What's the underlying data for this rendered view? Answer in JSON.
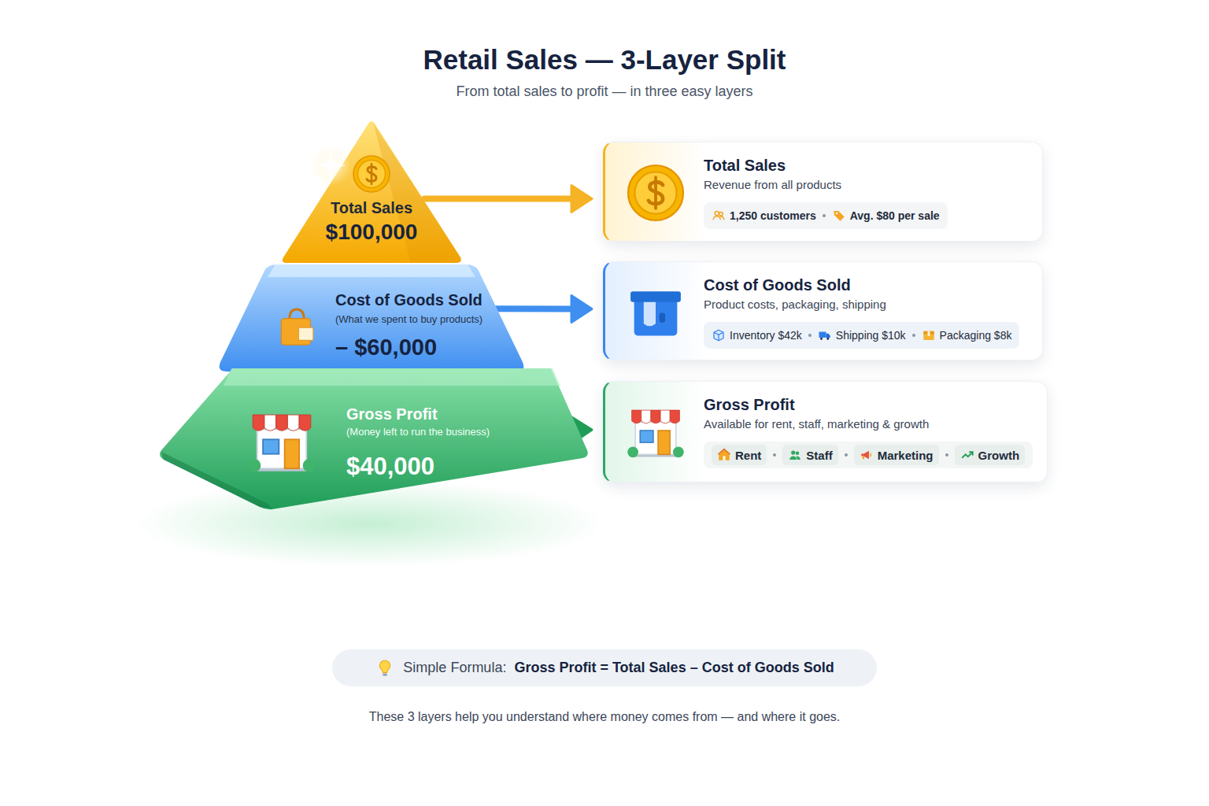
{
  "diagram": {
    "title": "Retail Sales — 3-Layer Split",
    "caption": "These 3 layers help you understand where money comes from — and where it goes.",
    "nodes": [
      {
        "text": [
          "Total Sales",
          "$100,000"
        ]
      },
      {
        "text": [
          "Cost of Goods Sold",
          "(What we spent to buy products)",
          "– $60,000"
        ]
      },
      {
        "text": [
          "Gross Profit",
          "(Money left to run the business)",
          "$40,000"
        ]
      },
      {
        "text": [
          "Total Sales",
          "Revenue from all products"
        ]
      },
      {
        "text": [
          "1,250 customers",
          "Avg. $80 per sale"
        ],
        "in": 3
      },
      {
        "text": [
          "Cost of Goods Sold",
          "Product costs, packaging, shipping"
        ]
      },
      {
        "text": [
          "Inventory $42k",
          "Shipping $10k",
          "Packaging $8k"
        ],
        "in": 5
      },
      {
        "text": [
          "Gross Profit",
          "Available for rent, staff, marketing & growth"
        ]
      },
      {
        "text": [
          "Rent",
          "Staff",
          "Marketing",
          "Growth"
        ],
        "in": 7
      },
      {
        "text": [
          "Simple Formula:",
          "Gross Profit = Total Sales – Cost of Goods Sold"
        ]
      }
    ],
    "edges": [
      {
        "from": 0,
        "to": 3,
        "arrow": "to"
      },
      {
        "from": 1,
        "to": 5,
        "arrow": "to"
      },
      {
        "from": 2,
        "to": 7,
        "arrow": "to"
      }
    ],
    "labels": [
      "From total sales to profit — in three easy layers"
    ]
  }
}
